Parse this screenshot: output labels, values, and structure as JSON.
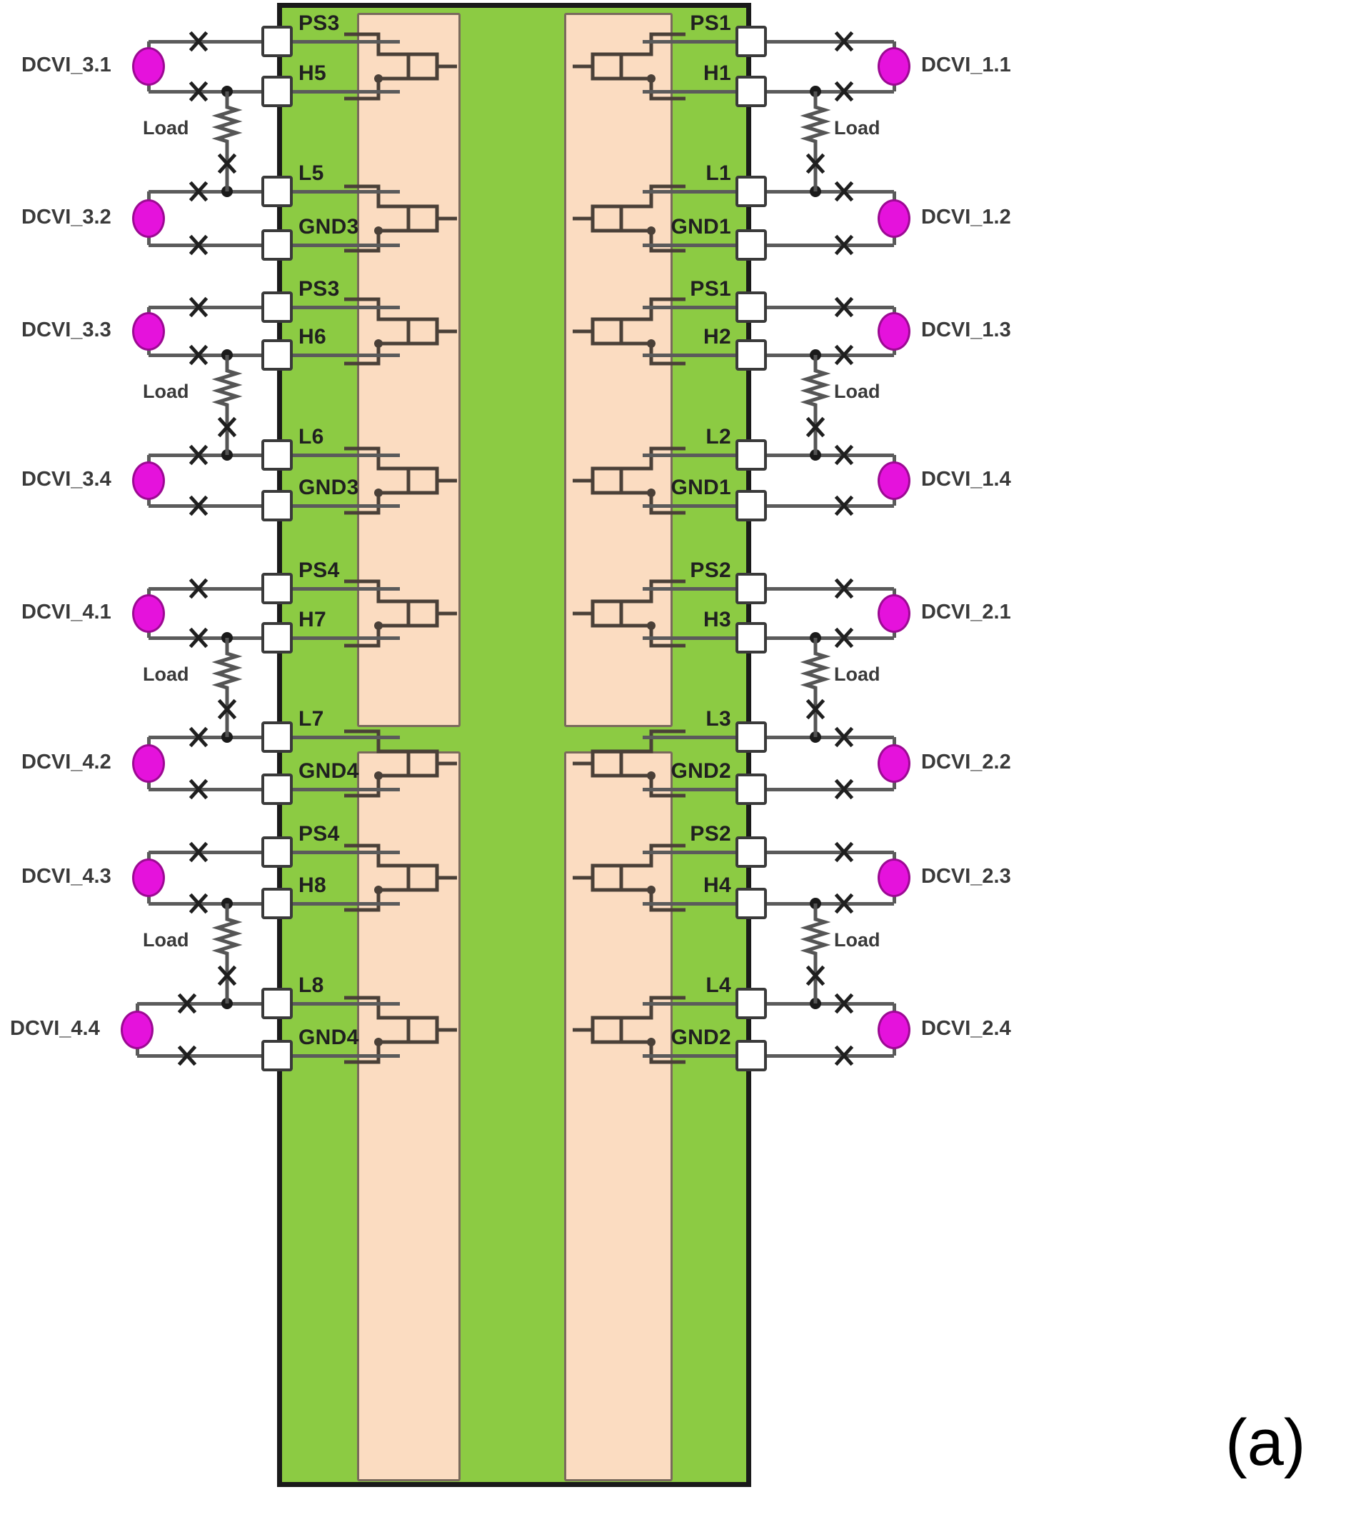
{
  "figure": {
    "caption": "(a)",
    "colors": {
      "chip_green": "#8CCB43",
      "block_peach": "#FBDCC1",
      "probe_magenta": "#E512DC",
      "wire_gray": "#5B5B5B",
      "border_black": "#1A1A1A"
    }
  },
  "load_label": "Load",
  "left": {
    "probes": [
      {
        "name": "DCVI_3.1"
      },
      {
        "name": "DCVI_3.2"
      },
      {
        "name": "DCVI_3.3"
      },
      {
        "name": "DCVI_3.4"
      },
      {
        "name": "DCVI_4.1"
      },
      {
        "name": "DCVI_4.2"
      },
      {
        "name": "DCVI_4.3"
      },
      {
        "name": "DCVI_4.4"
      }
    ],
    "pins": [
      {
        "label": "PS3"
      },
      {
        "label": "H5"
      },
      {
        "label": "L5"
      },
      {
        "label": "GND3"
      },
      {
        "label": "PS3"
      },
      {
        "label": "H6"
      },
      {
        "label": "L6"
      },
      {
        "label": "GND3"
      },
      {
        "label": "PS4"
      },
      {
        "label": "H7"
      },
      {
        "label": "L7"
      },
      {
        "label": "GND4"
      },
      {
        "label": "PS4"
      },
      {
        "label": "H8"
      },
      {
        "label": "L8"
      },
      {
        "label": "GND4"
      }
    ]
  },
  "right": {
    "probes": [
      {
        "name": "DCVI_1.1"
      },
      {
        "name": "DCVI_1.2"
      },
      {
        "name": "DCVI_1.3"
      },
      {
        "name": "DCVI_1.4"
      },
      {
        "name": "DCVI_2.1"
      },
      {
        "name": "DCVI_2.2"
      },
      {
        "name": "DCVI_2.3"
      },
      {
        "name": "DCVI_2.4"
      }
    ],
    "pins": [
      {
        "label": "PS1"
      },
      {
        "label": "H1"
      },
      {
        "label": "L1"
      },
      {
        "label": "GND1"
      },
      {
        "label": "PS1"
      },
      {
        "label": "H2"
      },
      {
        "label": "L2"
      },
      {
        "label": "GND1"
      },
      {
        "label": "PS2"
      },
      {
        "label": "H3"
      },
      {
        "label": "L3"
      },
      {
        "label": "GND2"
      },
      {
        "label": "PS2"
      },
      {
        "label": "H4"
      },
      {
        "label": "L4"
      },
      {
        "label": "GND2"
      }
    ]
  }
}
